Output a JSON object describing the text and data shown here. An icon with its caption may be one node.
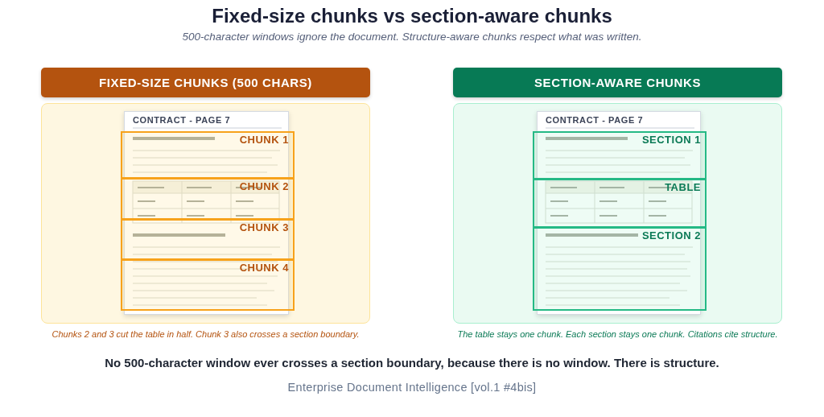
{
  "diagram": {
    "title": "Fixed-size chunks vs section-aware chunks",
    "caption": "No 500-character window ever crosses a section boundary, because there is no window. There is structure.",
    "nodes": [
      {
        "text": [
          "FIXED-SIZE CHUNKS (500 CHARS)"
        ]
      },
      {
        "text": [],
        "shape": "box",
        "beside": [
          "Chunks 2 and 3 cut the table in half. Chunk 3 also crosses a section boundary."
        ]
      },
      {
        "text": [
          "CONTRACT - PAGE 7"
        ],
        "in": 1
      },
      {
        "text": [
          "CHUNK 1"
        ],
        "in": 2
      },
      {
        "text": [
          "CHUNK 2"
        ],
        "in": 2
      },
      {
        "text": [
          "CHUNK 3"
        ],
        "in": 2
      },
      {
        "text": [
          "CHUNK 4"
        ],
        "in": 2
      },
      {
        "text": [
          "SECTION-AWARE CHUNKS"
        ]
      },
      {
        "text": [],
        "shape": "box",
        "beside": [
          "The table stays one chunk. Each section stays one chunk. Citations cite structure."
        ]
      },
      {
        "text": [
          "CONTRACT - PAGE 7"
        ],
        "in": 8
      },
      {
        "text": [
          "SECTION 1"
        ],
        "in": 9
      },
      {
        "text": [
          "TABLE"
        ],
        "in": 9
      },
      {
        "text": [
          "SECTION 2"
        ],
        "in": 9
      }
    ],
    "labels": [
      "500-character windows ignore the document. Structure-aware chunks respect what was written.",
      "Enterprise Document Intelligence [vol.1 #4bis]"
    ]
  }
}
